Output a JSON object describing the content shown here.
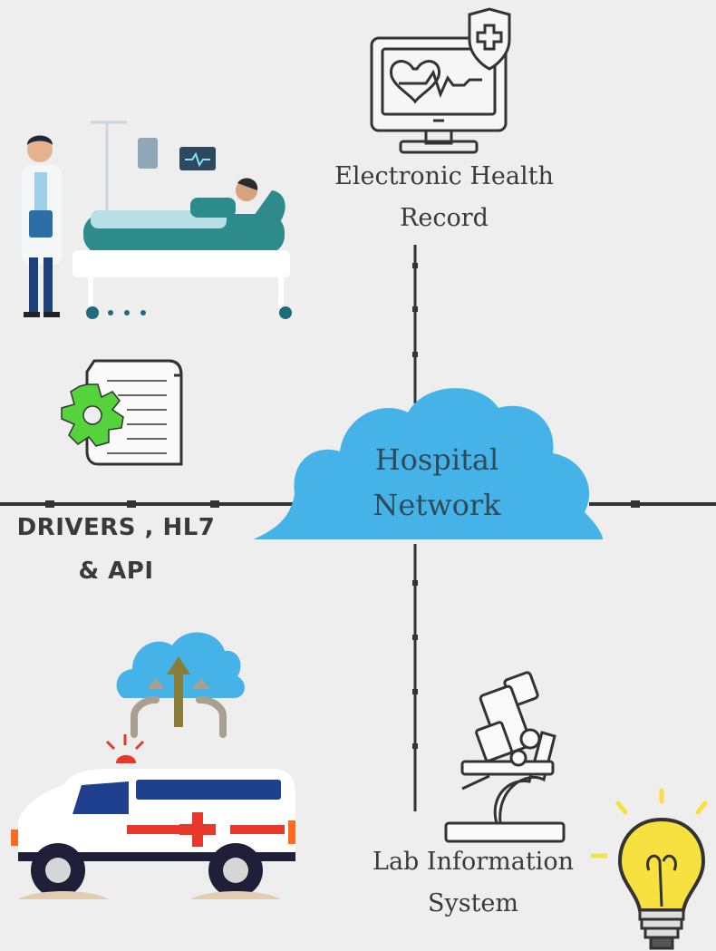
{
  "diagram": {
    "center": {
      "label_line1": "Hospital",
      "label_line2": "Network",
      "icon": "cloud-icon"
    },
    "nodes": {
      "ehr": {
        "line1": "Electronic Health",
        "line2": "Record",
        "icon": "health-monitor-icon"
      },
      "drivers": {
        "line1": "DRIVERS , HL7",
        "line2": "& API",
        "icon": "gear-document-icon"
      },
      "lab": {
        "line1": "Lab Information",
        "line2": "System",
        "icon": "microscope-icon"
      }
    },
    "illustrations": [
      "doctor-patient-bed-icon",
      "cloud-upload-icon",
      "ambulance-icon",
      "lightbulb-icon"
    ]
  },
  "colors": {
    "background": "#eeeeee",
    "cloud": "#45b3e7",
    "gear": "#55d33a",
    "ambulance_red": "#e8372b",
    "ambulance_blue": "#1f3f8f",
    "bulb": "#f7e141",
    "line": "#333333"
  }
}
